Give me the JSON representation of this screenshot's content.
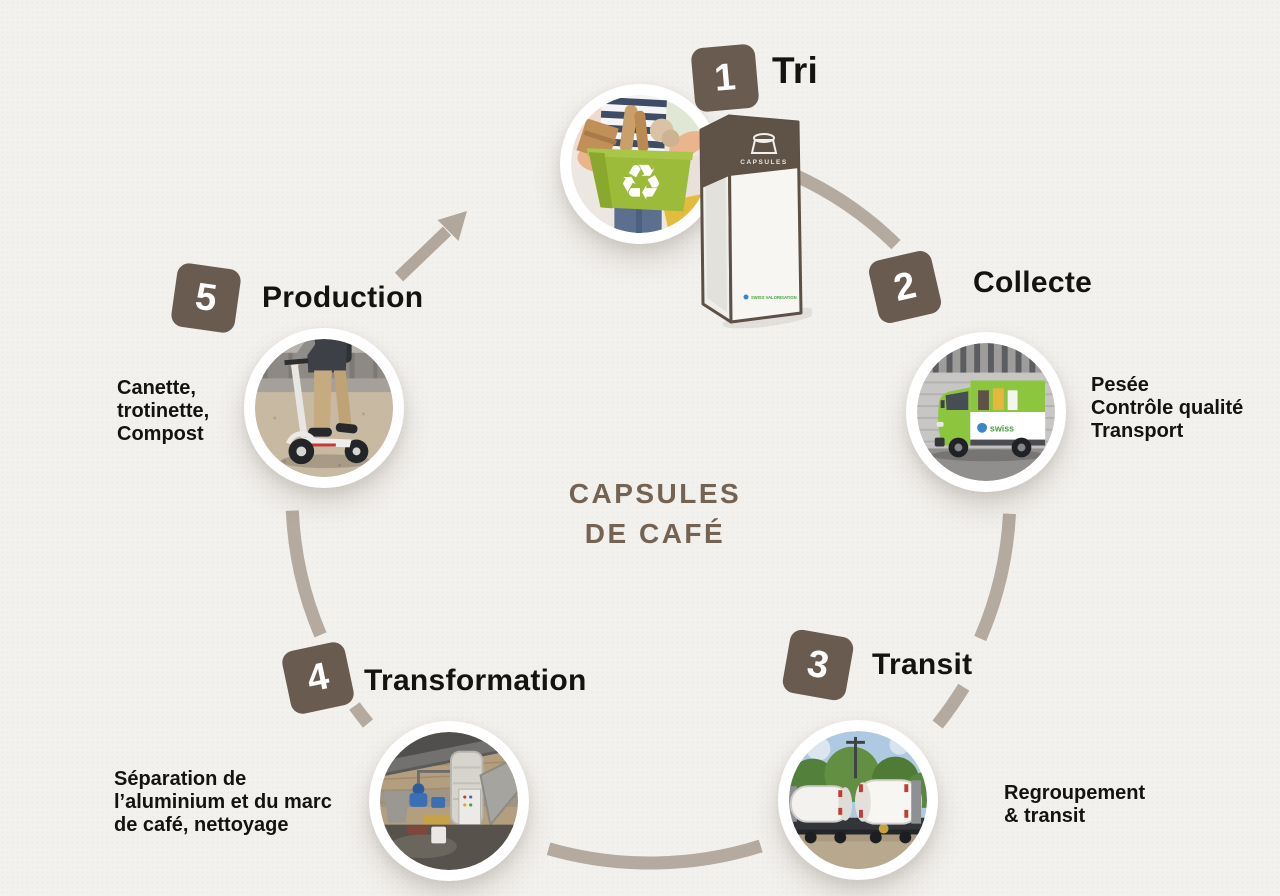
{
  "title": {
    "line1": "CAPSULES",
    "line2": "DE CAFÉ"
  },
  "steps": [
    {
      "number": "1",
      "label": "Tri"
    },
    {
      "number": "2",
      "label": "Collecte",
      "description": "Pesée\nContrôle qualité\nTransport"
    },
    {
      "number": "3",
      "label": "Transit",
      "description": "Regroupement\n& transit"
    },
    {
      "number": "4",
      "label": "Transformation",
      "description": "Séparation de\nl’aluminium et du marc\nde café, nettoyage"
    },
    {
      "number": "5",
      "label": "Production",
      "description": "Canette,\ntrotinette,\nCompost"
    }
  ],
  "collection_box": {
    "label": "CAPSULES",
    "brand": "SWISS VALORISATION"
  },
  "photos": {
    "tri": "hands-holding-green-recycling-bin-with-cardboard",
    "collecte": "green-collection-van-in-front-of-brick-wall",
    "transit": "white-container-cylinders-on-flat-wagon",
    "transformation": "aluminium-processing-plant-interior",
    "production": "man-riding-white-kick-scooter",
    "truck_logo_text": "swiss"
  },
  "colors": {
    "badge_brown": "#6a5b50",
    "arc_taupe": "#b5aaa0",
    "title_brown": "#746353",
    "background": "#f3f1ee"
  }
}
